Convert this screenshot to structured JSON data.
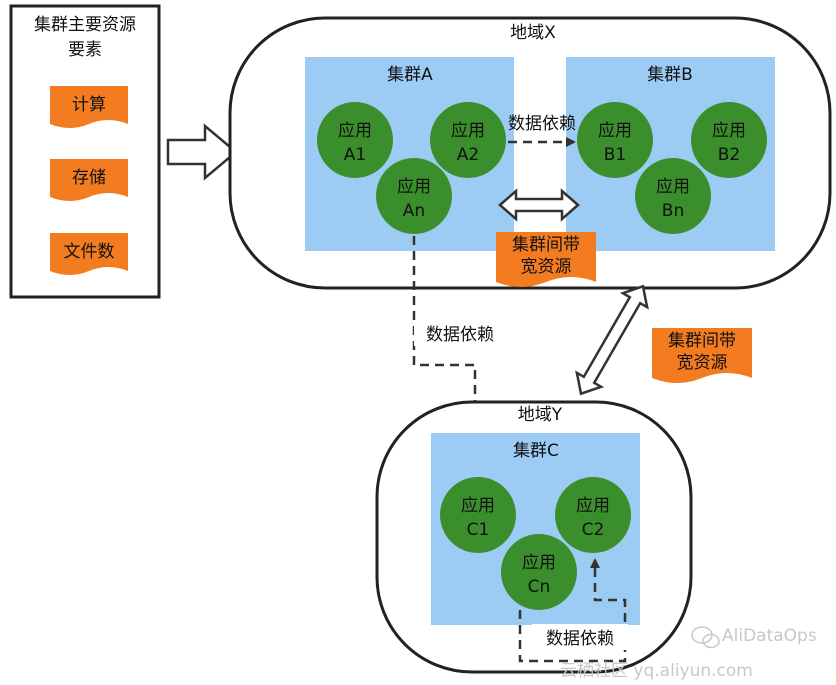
{
  "colors": {
    "cluster_bg": "#9cccf3",
    "app_fill": "#3a8f2c",
    "tag_fill": "#f47c20",
    "outline": "#222222"
  },
  "legend": {
    "title_line1": "集群主要资源",
    "title_line2": "要素",
    "items": [
      "计算",
      "存储",
      "文件数"
    ]
  },
  "region_x": {
    "label": "地域X",
    "cluster_a": {
      "label": "集群A",
      "apps": [
        {
          "line1": "应用",
          "line2": "A1"
        },
        {
          "line1": "应用",
          "line2": "A2"
        },
        {
          "line1": "应用",
          "line2": "An"
        }
      ]
    },
    "cluster_b": {
      "label": "集群B",
      "apps": [
        {
          "line1": "应用",
          "line2": "B1"
        },
        {
          "line1": "应用",
          "line2": "B2"
        },
        {
          "line1": "应用",
          "line2": "Bn"
        }
      ]
    },
    "dependency_label": "数据依赖",
    "bandwidth_tag": {
      "line1": "集群间带",
      "line2": "宽资源"
    }
  },
  "cross_region": {
    "dependency_label": "数据依赖",
    "bandwidth_tag": {
      "line1": "集群间带",
      "line2": "宽资源"
    }
  },
  "region_y": {
    "label": "地域Y",
    "cluster_c": {
      "label": "集群C",
      "apps": [
        {
          "line1": "应用",
          "line2": "C1"
        },
        {
          "line1": "应用",
          "line2": "C2"
        },
        {
          "line1": "应用",
          "line2": "Cn"
        }
      ]
    },
    "dependency_label": "数据依赖"
  },
  "watermark": {
    "icon": "wechat-icon",
    "text": "AliDataOps",
    "subtext": "云栖社区 yq.aliyun.com"
  }
}
